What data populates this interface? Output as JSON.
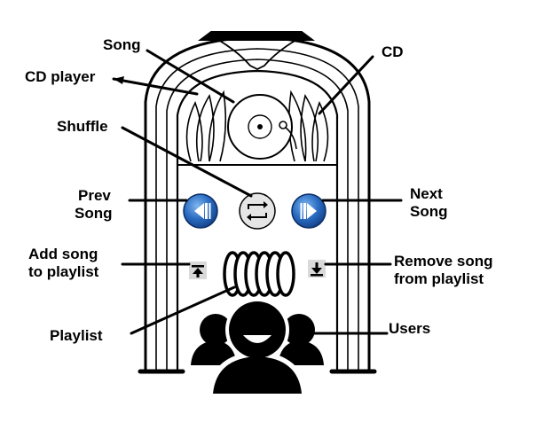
{
  "labels": {
    "song": "Song",
    "cd_player": "CD player",
    "cd": "CD",
    "shuffle": "Shuffle",
    "prev_song": [
      "Prev",
      "Song"
    ],
    "next_song": [
      "Next",
      "Song"
    ],
    "add_song": [
      "Add song",
      "to playlist"
    ],
    "remove_song": [
      "Remove song",
      "from playlist"
    ],
    "playlist": "Playlist",
    "users": "Users"
  },
  "icons": {
    "prev": "prev-song-icon",
    "shuffle": "shuffle-icon",
    "next": "next-song-icon",
    "add": "add-to-playlist-icon",
    "remove": "remove-from-playlist-icon",
    "playlist": "playlist-discs-icon",
    "users": "users-group-icon",
    "cd": "cd-disc-icon"
  },
  "colors": {
    "button_blue": "#1f5fb0",
    "button_blue_light": "#5b9be0",
    "outline": "#000000",
    "gray_icon": "#d9d9d9"
  }
}
